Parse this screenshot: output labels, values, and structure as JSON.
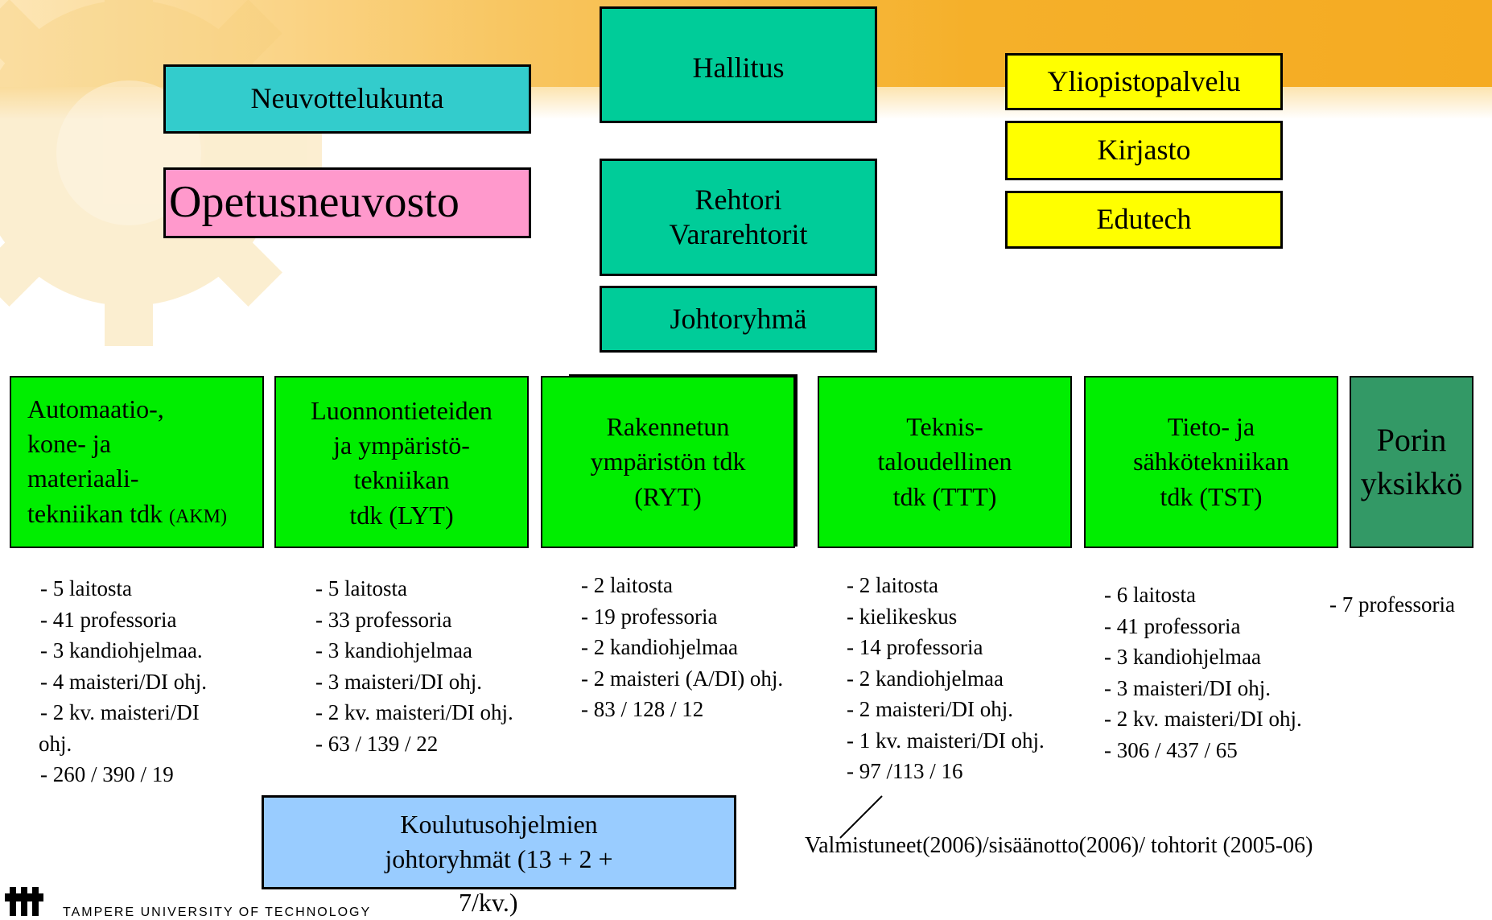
{
  "top_boxes": {
    "neuvottelukunta": "Neuvottelukunta",
    "hallitus": "Hallitus",
    "opetusneuvosto": "Opetusneuvosto",
    "rehtori_line1": "Rehtori",
    "rehtori_line2": "Vararehtorit",
    "johtoryhma": "Johtoryhmä",
    "yliopistopalvelu": "Yliopistopalvelu",
    "kirjasto": "Kirjasto",
    "edutech": "Edutech"
  },
  "faculties": [
    {
      "lines": [
        "Automaatio-,",
        "kone- ja",
        "materiaali-"
      ],
      "last_line": "tekniikan tdk",
      "abbr": "(AKM)",
      "stats": [
        "- 5 laitosta",
        "- 41 professoria",
        "- 3 kandiohjelmaa.",
        "- 4 maisteri/DI ohj.",
        "- 2 kv. maisteri/DI",
        "ohj.",
        "- 260 / 390 / 19"
      ]
    },
    {
      "lines": [
        "Luonnontieteiden",
        "ja ympäristö-",
        "tekniikan",
        "tdk (LYT)"
      ],
      "stats": [
        "- 5 laitosta",
        "- 33 professoria",
        "- 3 kandiohjelmaa",
        "- 3 maisteri/DI ohj.",
        "- 2 kv. maisteri/DI ohj.",
        "- 63 / 139 / 22"
      ]
    },
    {
      "lines": [
        "Rakennetun",
        "ympäristön tdk",
        "(RYT)"
      ],
      "stats": [
        "- 2 laitosta",
        "- 19 professoria",
        "- 2 kandiohjelmaa",
        "- 2 maisteri (A/DI) ohj.",
        "- 83 / 128 / 12"
      ]
    },
    {
      "lines": [
        "Teknis-",
        "taloudellinen",
        "tdk (TTT)"
      ],
      "stats": [
        "- 2 laitosta",
        "- kielikeskus",
        "- 14 professoria",
        "- 2 kandiohjelmaa",
        "- 2 maisteri/DI ohj.",
        "- 1 kv. maisteri/DI ohj.",
        "- 97 /113 / 16"
      ]
    },
    {
      "lines": [
        "Tieto- ja",
        "sähkötekniikan",
        "tdk (TST)"
      ],
      "stats": [
        "- 6 laitosta",
        "- 41 professoria",
        "- 3 kandiohjelmaa",
        "- 3 maisteri/DI ohj.",
        "- 2 kv. maisteri/DI ohj.",
        "- 306 / 437 / 65"
      ]
    },
    {
      "lines": [
        "Porin",
        "yksikkö"
      ],
      "stats": [
        "- 7 professoria"
      ]
    }
  ],
  "koulutus": {
    "line1": "Koulutusohjelmien",
    "line2": "johtoryhmät (13 + 2 +",
    "line3": "7/kv.)"
  },
  "legend_note": "Valmistuneet(2006)/sisäänotto(2006)/ tohtorit (2005-06)",
  "logo_text": "TAMPERE UNIVERSITY OF TECHNOLOGY",
  "colors": {
    "teal": "#00cc99",
    "cyan": "#33cccc",
    "pink": "#ff99cc",
    "yellow": "#ffff00",
    "green": "#00ee00",
    "dark_green": "#339966",
    "light_blue": "#99ccff",
    "orange": "#f5ab22"
  }
}
